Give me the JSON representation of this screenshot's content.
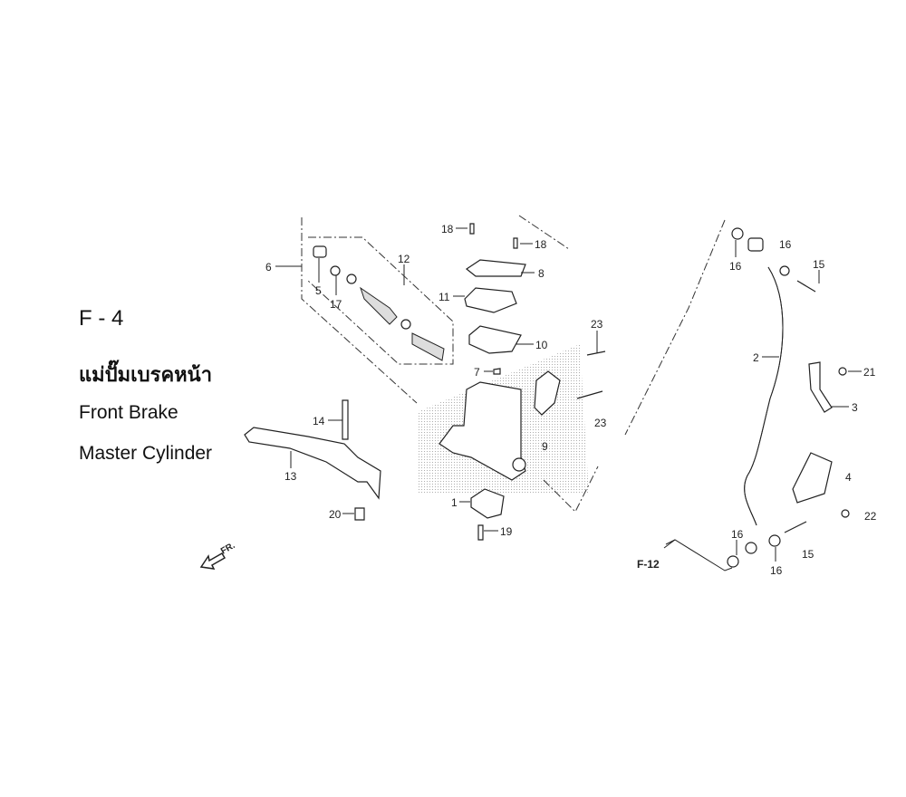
{
  "header": {
    "code": "F - 4",
    "thai_title": "แม่ปั๊มเบรคหน้า",
    "title_line1": "Front Brake",
    "title_line2": "Master Cylinder"
  },
  "diagram": {
    "front_arrow_label": "FR.",
    "reference_label": "F-12",
    "callouts": [
      "18",
      "18",
      "8",
      "11",
      "12",
      "6",
      "5",
      "17",
      "10",
      "23",
      "7",
      "23",
      "9",
      "14",
      "13",
      "20",
      "1",
      "19",
      "16",
      "16",
      "15",
      "2",
      "21",
      "3",
      "4",
      "22",
      "16",
      "16",
      "15"
    ]
  }
}
